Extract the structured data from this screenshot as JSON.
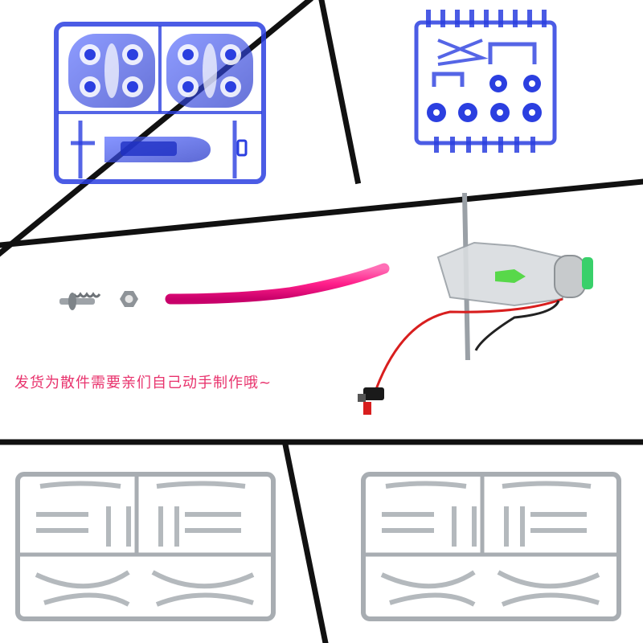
{
  "caption": "发货为散件需要亲们自己动手制作哦~",
  "colors": {
    "blue_plastic": "#2b3fe0",
    "clear_plastic": "#b9bcbf",
    "pink_tube": "#ff2d8f",
    "caption": "#e8336d",
    "motor_green": "#39d06a",
    "wire_red": "#d81e1e"
  },
  "panels": [
    {
      "name": "blue-gearbox-sprue-panel",
      "subject": "blue transparent plastic sprue with gearbox housing halves"
    },
    {
      "name": "blue-gear-sprue-panel",
      "subject": "blue transparent plastic sprue with gears, axles and links"
    },
    {
      "name": "assembly-parts-panel",
      "subject": "screw with spring, nut, pink silicone tube, clear gearbox with motor, wires and switch"
    },
    {
      "name": "clear-leg-sprue-left-panel",
      "subject": "clear plastic sprue with leg and linkage pieces"
    },
    {
      "name": "clear-leg-sprue-right-panel",
      "subject": "clear plastic sprue with leg and linkage pieces"
    }
  ]
}
